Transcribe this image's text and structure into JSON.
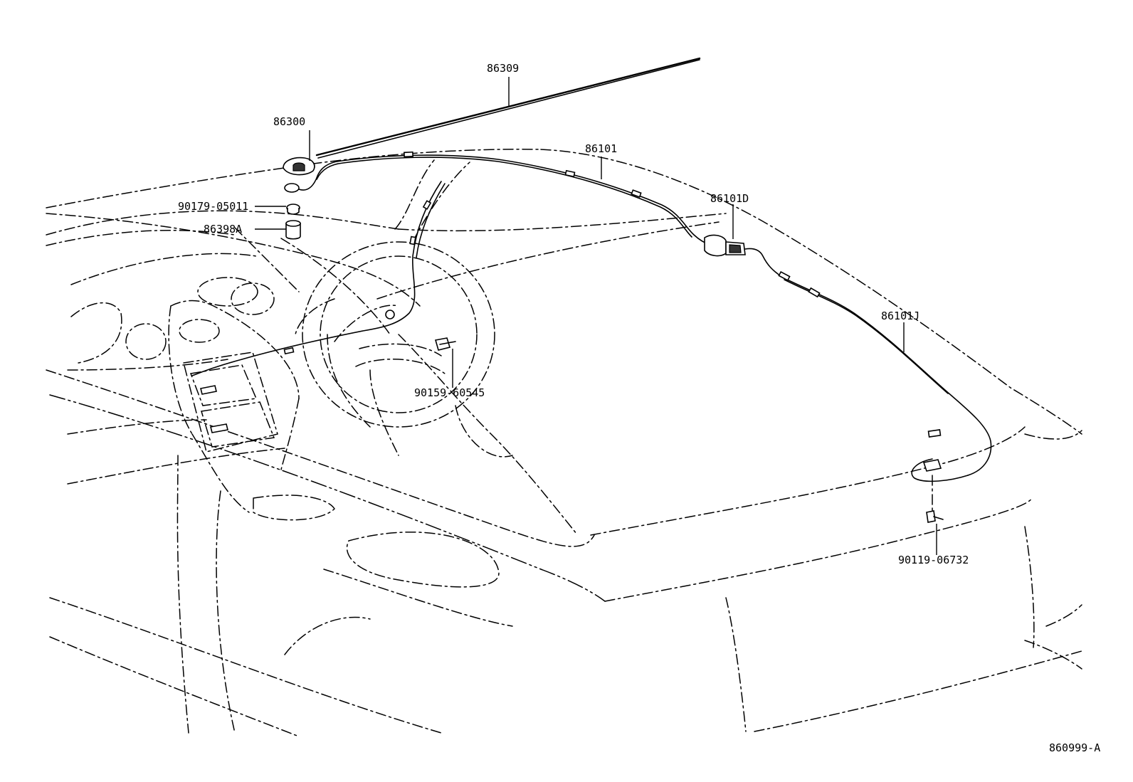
{
  "part_labels": {
    "p86309": "86309",
    "p86300": "86300",
    "p86101": "86101",
    "p86101D": "86101D",
    "p86101J": "86101J",
    "p90179": "90179-05011",
    "p86398A": "86398A",
    "p90159": "90159-60545",
    "p90119": "90119-06732"
  },
  "figure_code": "860999-A",
  "colors": {
    "line": "#000000",
    "background": "#ffffff"
  }
}
